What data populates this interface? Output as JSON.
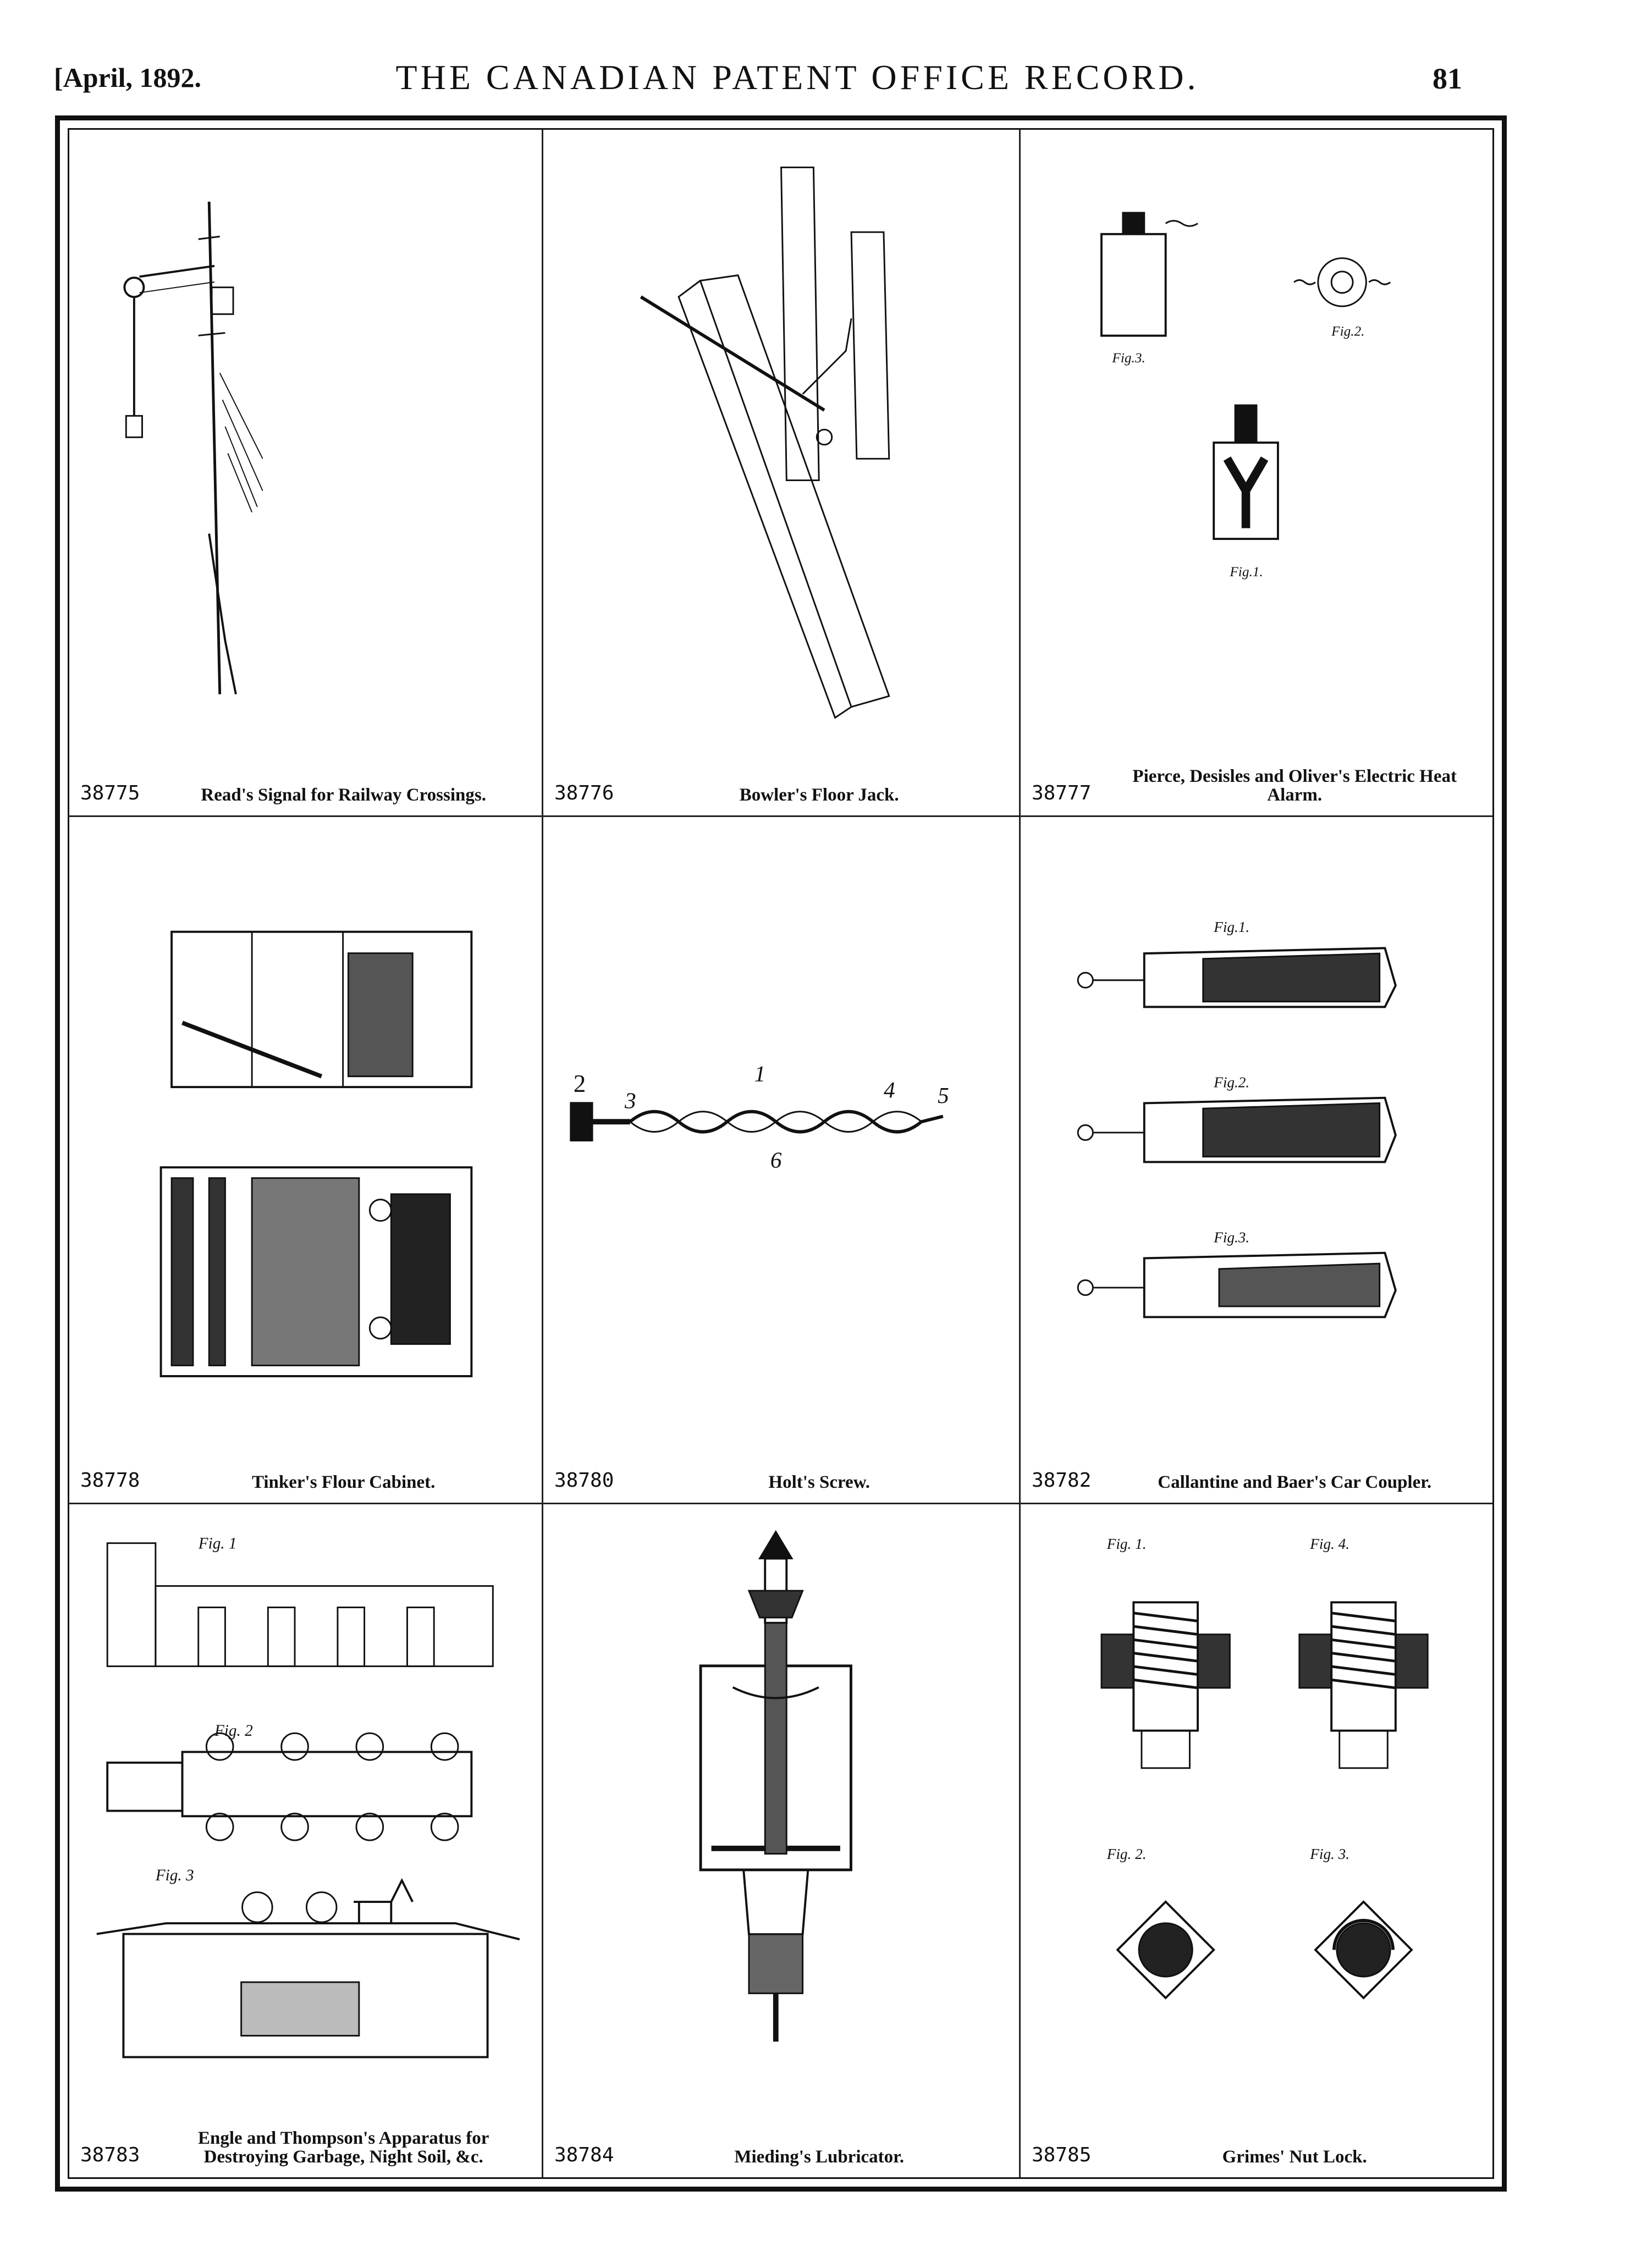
{
  "header": {
    "date": "[April, 1892.",
    "title": "THE CANADIAN PATENT OFFICE RECORD.",
    "page_number": "81"
  },
  "patents": [
    {
      "number": "38775",
      "title": "Read's Signal for Railway Crossings.",
      "figure": "railway-signal-drawing"
    },
    {
      "number": "38776",
      "title": "Bowler's Floor Jack.",
      "figure": "floor-jack-drawing"
    },
    {
      "number": "38777",
      "title": "Pierce, Desisles and Oliver's Electric Heat Alarm.",
      "figure": "heat-alarm-drawing",
      "fig_labels": [
        "Fig.3.",
        "Fig.2.",
        "Fig.1."
      ]
    },
    {
      "number": "38778",
      "title": "Tinker's Flour Cabinet.",
      "figure": "flour-cabinet-drawing"
    },
    {
      "number": "38780",
      "title": "Holt's Screw.",
      "figure": "screw-drawing",
      "fig_labels": [
        "2",
        "3",
        "1",
        "4",
        "5",
        "6"
      ]
    },
    {
      "number": "38782",
      "title": "Callantine and Baer's Car Coupler.",
      "figure": "car-coupler-drawing",
      "fig_labels": [
        "Fig.1.",
        "Fig.2.",
        "Fig.3."
      ]
    },
    {
      "number": "38783",
      "title": "Engle and Thompson's Apparatus for Destroying Garbage, Night Soil, &c.",
      "figure": "garbage-apparatus-drawing",
      "fig_labels": [
        "Fig. 1",
        "Fig. 2",
        "Fig. 3"
      ]
    },
    {
      "number": "38784",
      "title": "Mieding's Lubricator.",
      "figure": "lubricator-drawing"
    },
    {
      "number": "38785",
      "title": "Grimes' Nut Lock.",
      "figure": "nut-lock-drawing",
      "fig_labels": [
        "Fig. 1.",
        "Fig. 4.",
        "Fig. 2.",
        "Fig. 3."
      ]
    }
  ]
}
